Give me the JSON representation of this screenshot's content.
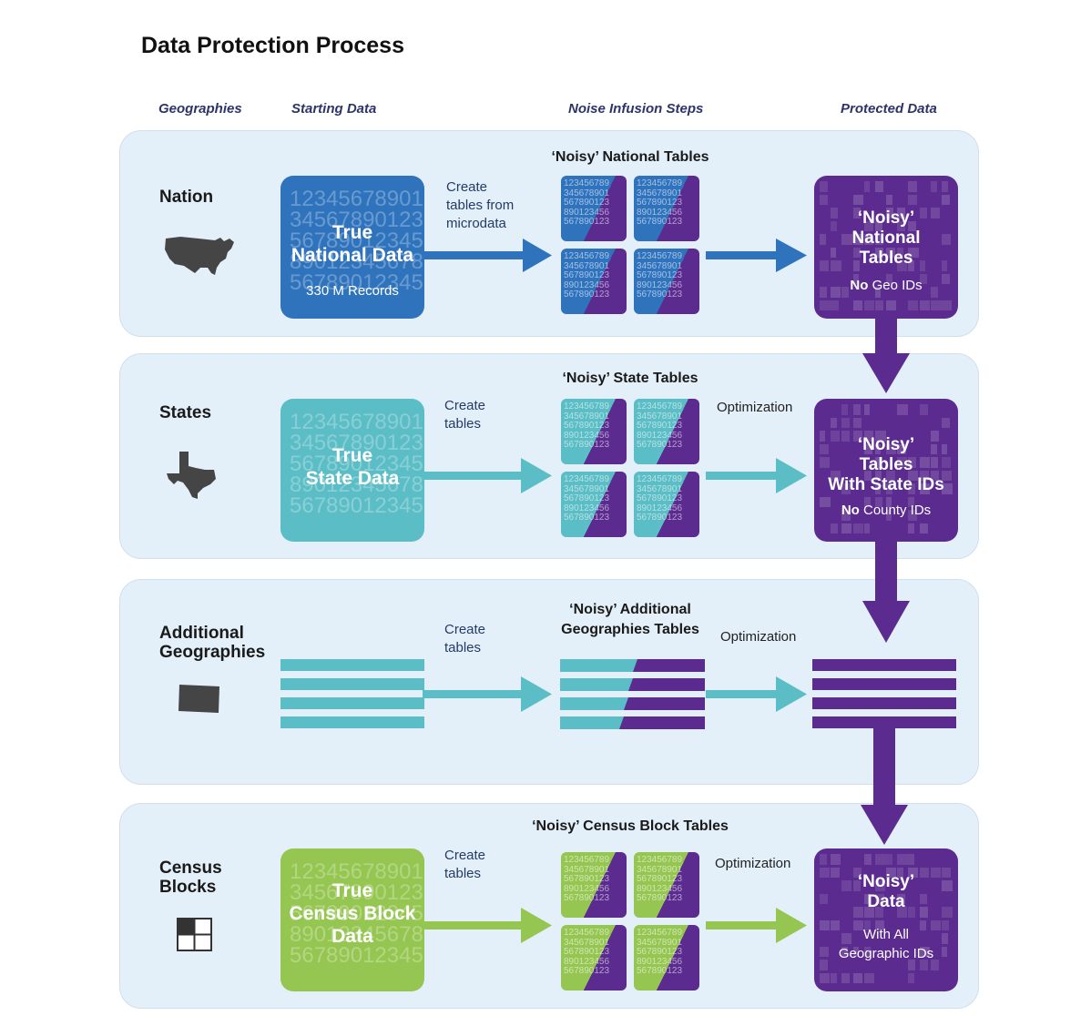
{
  "title": "Data Protection Process",
  "columns": {
    "geographies": "Geographies",
    "starting": "Starting Data",
    "noise": "Noise Infusion Steps",
    "protected": "Protected Data"
  },
  "colors": {
    "national": "#2f73bd",
    "state": "#5bbdc5",
    "census_block": "#95c651",
    "protected": "#5b2b8f",
    "band": "#e4f0f9"
  },
  "numbers_pattern": [
    "12345678901",
    "34567890123",
    "56789012345",
    "89012345678",
    "56789012345"
  ],
  "rows": {
    "nation": {
      "geo_label": "Nation",
      "icon": "usa-map-icon",
      "starting_title": "True National Data",
      "starting_title_l1": "True",
      "starting_title_l2": "National Data",
      "starting_sub": "330 M Records",
      "step_label_l1": "Create",
      "step_label_l2": "tables from",
      "step_label_l3": "microdata",
      "tables_title": "‘Noisy’ National Tables",
      "protected_l1": "‘Noisy’",
      "protected_l2": "National",
      "protected_l3": "Tables",
      "protected_bold": "No",
      "protected_rest": "Geo IDs"
    },
    "states": {
      "geo_label": "States",
      "icon": "texas-map-icon",
      "starting_title_l1": "True",
      "starting_title_l2": "State Data",
      "step_label_l1": "Create",
      "step_label_l2": "tables",
      "tables_title": "‘Noisy’ State Tables",
      "optimization": "Optimization",
      "protected_l1": "‘Noisy’",
      "protected_l2": "Tables",
      "protected_l3": "With State IDs",
      "protected_bold": "No",
      "protected_rest": "County IDs"
    },
    "additional": {
      "geo_label_l1": "Additional",
      "geo_label_l2": "Geographies",
      "icon": "colorado-map-icon",
      "step_label_l1": "Create",
      "step_label_l2": "tables",
      "tables_title_l1": "‘Noisy’ Additional",
      "tables_title_l2": "Geographies Tables",
      "optimization": "Optimization"
    },
    "blocks": {
      "geo_label_l1": "Census",
      "geo_label_l2": "Blocks",
      "icon": "census-block-grid-icon",
      "starting_title_l1": "True",
      "starting_title_l2": "Census Block",
      "starting_title_l3": "Data",
      "step_label_l1": "Create",
      "step_label_l2": "tables",
      "tables_title": "‘Noisy’ Census Block Tables",
      "optimization": "Optimization",
      "protected_l1": "‘Noisy’",
      "protected_l2": "Data",
      "protected_l3": "With All",
      "protected_l4": "Geographic IDs"
    }
  }
}
